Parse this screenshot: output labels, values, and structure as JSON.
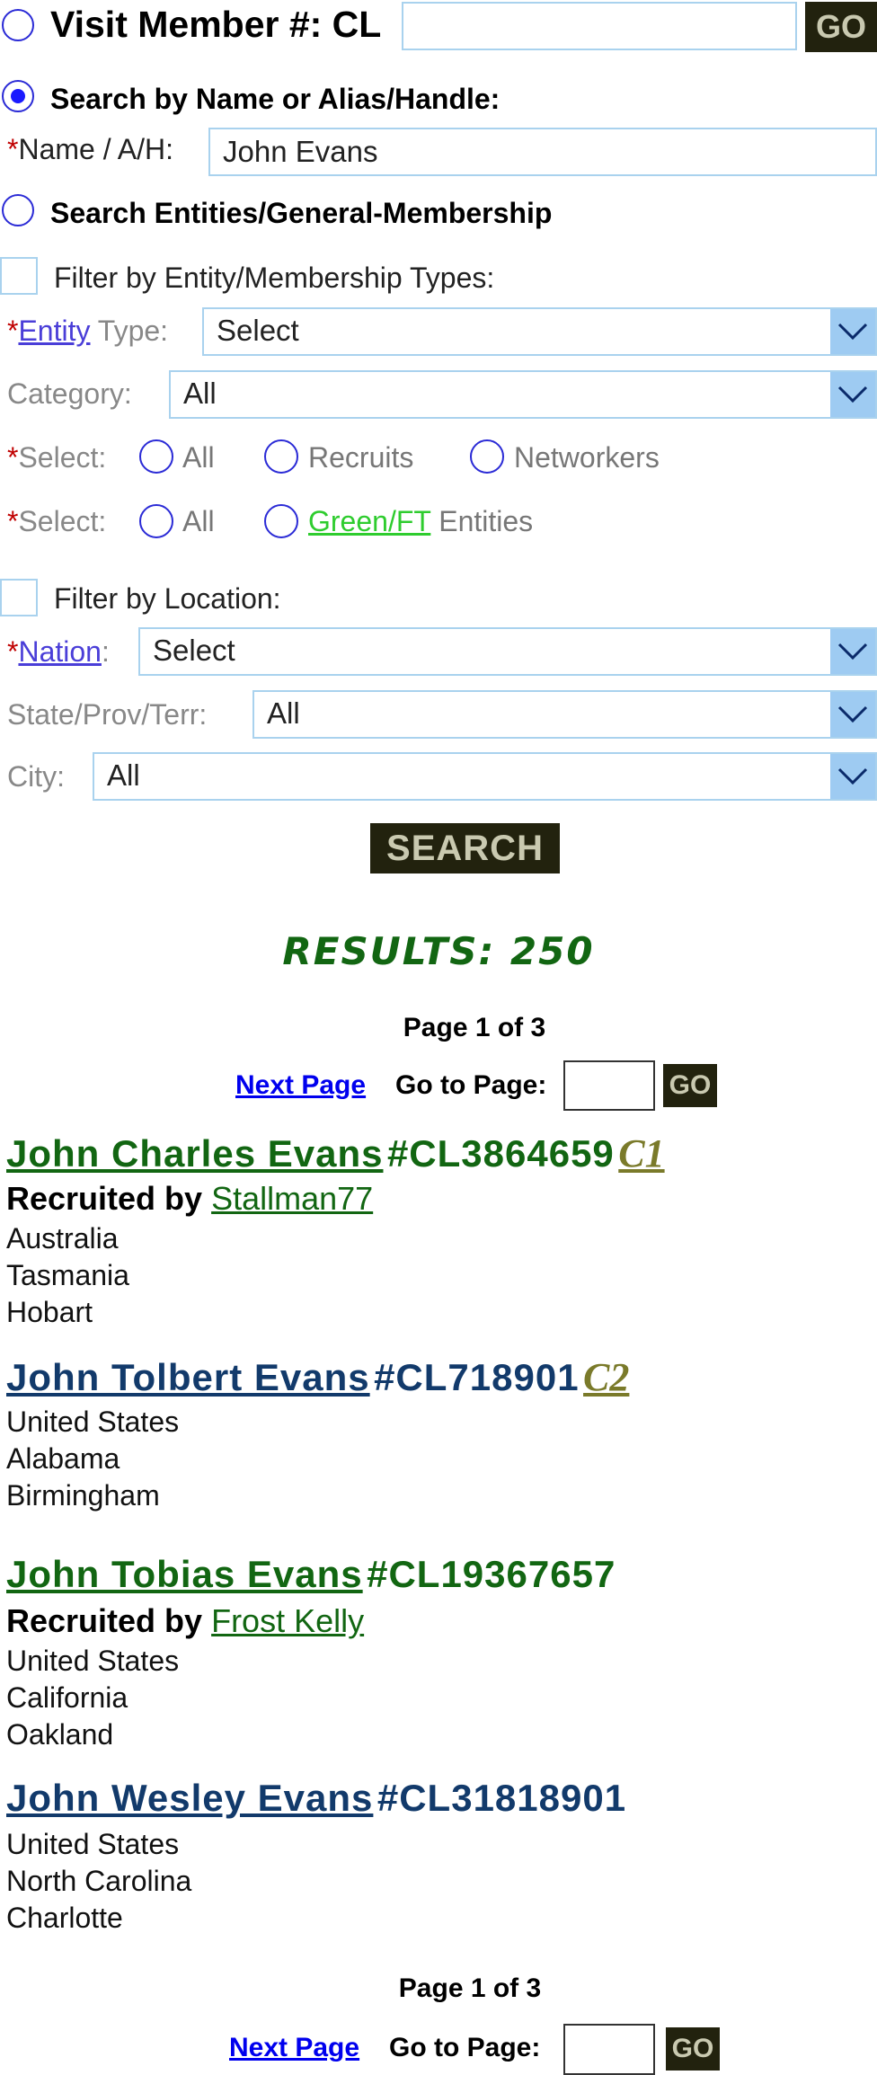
{
  "visit": {
    "label": "Visit Member #: CL",
    "go_label": "GO",
    "value": ""
  },
  "search_by_name": {
    "label": "Search by Name or Alias/Handle:",
    "field_label_req": "*",
    "field_label": "Name / A/H:",
    "value": "John Evans"
  },
  "search_entities": {
    "label": "Search Entities/General-Membership"
  },
  "filter_entity": {
    "label": "Filter by Entity/Membership Types:",
    "entity_req": "*",
    "entity_link": "Entity",
    "entity_rest": " Type:",
    "entity_value": "Select",
    "category_label": "Category:",
    "category_value": "All",
    "select1_req": "*",
    "select1_label": "Select:",
    "select1_options": [
      "All",
      "Recruits",
      "Networkers"
    ],
    "select2_req": "*",
    "select2_label": "Select:",
    "select2_all": "All",
    "select2_link": "Green/FT",
    "select2_rest": " Entities"
  },
  "filter_location": {
    "label": "Filter by Location:",
    "nation_req": "*",
    "nation_link": "Nation",
    "nation_colon": ":",
    "nation_value": "Select",
    "state_label": "State/Prov/Terr:",
    "state_value": "All",
    "city_label": "City:",
    "city_value": "All"
  },
  "search_button": "SEARCH",
  "results": {
    "title": "RESULTS: 250"
  },
  "pager": {
    "page_text": "Page 1 of 3",
    "next_label": "Next Page",
    "goto_label": "Go to Page:",
    "go_label": "GO",
    "value": ""
  },
  "members": [
    {
      "name": "John Charles Evans",
      "id": "#CL3864659",
      "rank": "C1",
      "recruited_prefix": "Recruited by",
      "recruited_by": "Stallman77",
      "country": "Australia",
      "state": "Tasmania",
      "city": "Hobart"
    },
    {
      "name": "John Tolbert Evans",
      "id": "#CL718901",
      "rank": "C2",
      "country": "United States",
      "state": "Alabama",
      "city": "Birmingham"
    },
    {
      "name": "John Tobias Evans",
      "id": "#CL19367657",
      "recruited_prefix": "Recruited by",
      "recruited_by": "Frost Kelly",
      "country": "United States",
      "state": "California",
      "city": "Oakland"
    },
    {
      "name": "John Wesley Evans",
      "id": "#CL31818901",
      "country": "United States",
      "state": "North Carolina",
      "city": "Charlotte"
    }
  ],
  "colors": {
    "green": "#126612",
    "navy": "#123a6b",
    "button_bg": "#22220e",
    "dropdown": "#9ecbf2",
    "link_green_ft": "#2ecc2e"
  }
}
